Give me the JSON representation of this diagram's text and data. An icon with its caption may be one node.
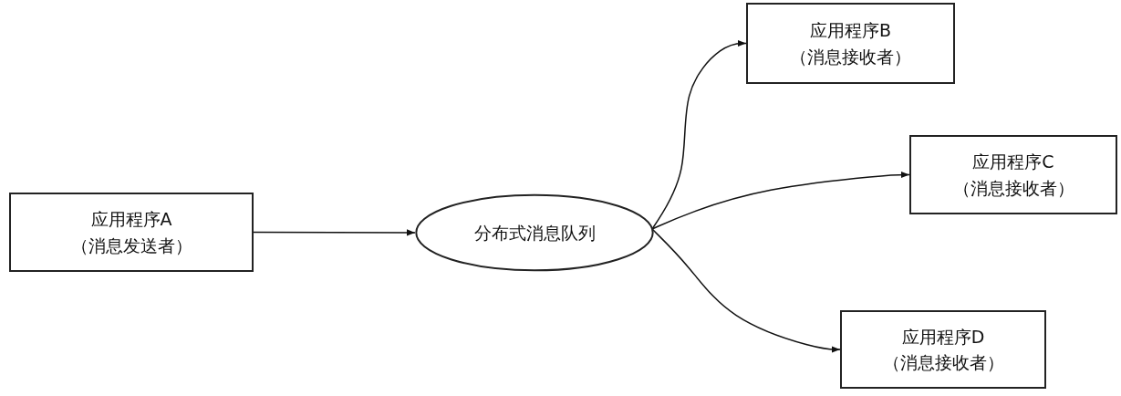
{
  "diagram": {
    "nodes": [
      {
        "text": [
          "应用程序A",
          "（消息发送者）"
        ]
      },
      {
        "text": [
          "分布式消息队列"
        ]
      },
      {
        "text": [
          "应用程序B",
          "（消息接收者）"
        ]
      },
      {
        "text": [
          "应用程序C",
          "（消息接收者）"
        ]
      },
      {
        "text": [
          "应用程序D",
          "（消息接收者）"
        ]
      }
    ],
    "edges": [
      {
        "from": 0,
        "to": 1,
        "arrow": "to"
      },
      {
        "from": 1,
        "to": 2,
        "arrow": "to"
      },
      {
        "from": 1,
        "to": 3,
        "arrow": "to"
      },
      {
        "from": 1,
        "to": 4,
        "arrow": "to"
      }
    ]
  }
}
